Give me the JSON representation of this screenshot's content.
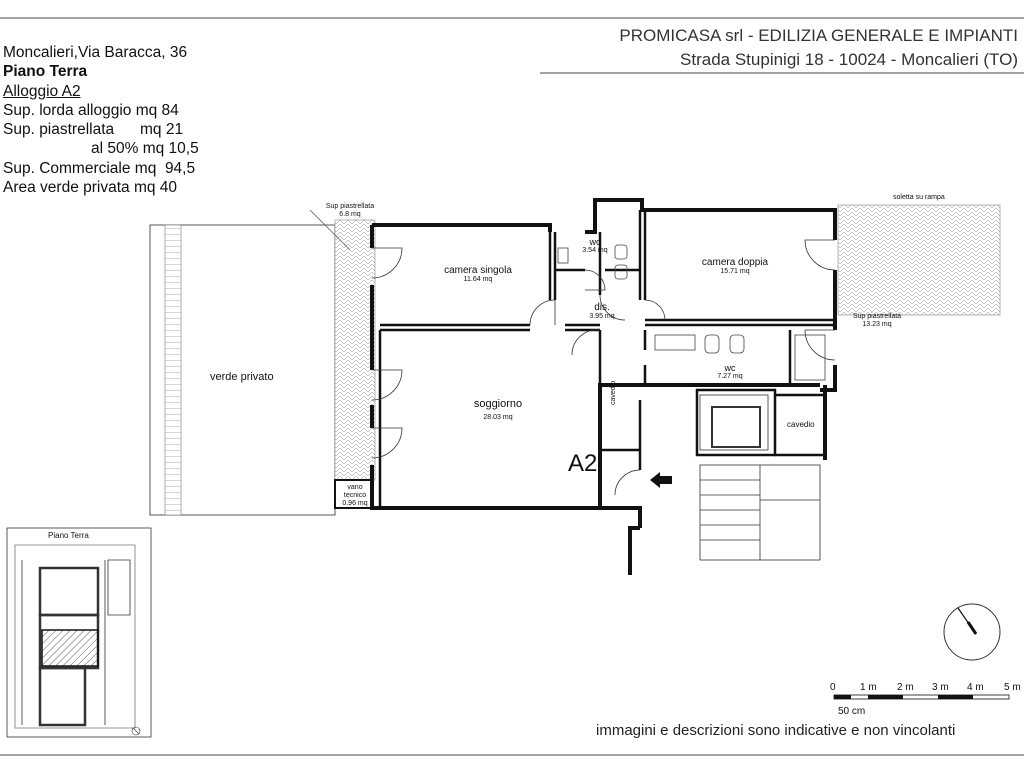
{
  "info": {
    "address": "Moncalieri,Via Baracca, 36",
    "floor": "Piano Terra",
    "unit": "Alloggio A2",
    "gross_area": "Sup. lorda alloggio mq 84",
    "tiled_area": "Sup. piastrellata      mq 21",
    "tiled_50": "al 50% mq 10,5",
    "commercial_area": "Sup. Commerciale mq  94,5",
    "green_area": "Area verde privata mq 40"
  },
  "company": {
    "name": "PROMICASA srl - EDILIZIA GENERALE E IMPIANTI",
    "address": "Strada Stupinigi 18 - 10024 - Moncalieri (TO)"
  },
  "rooms": {
    "camera_singola": {
      "name": "camera singola",
      "area": "11.64 mq"
    },
    "camera_doppia": {
      "name": "camera doppia",
      "area": "15.71 mq"
    },
    "wc1": {
      "name": "wc",
      "area": "3.54 mq"
    },
    "dis": {
      "name": "dis.",
      "area": "3.95 mq"
    },
    "wc2": {
      "name": "wc",
      "area": "7.27 mq"
    },
    "soggiorno": {
      "name": "soggiorno",
      "area": "28.03 mq"
    },
    "verde": {
      "name": "verde privato"
    },
    "vano_tecnico": {
      "name1": "vano",
      "name2": "tecnico",
      "area": "0.96 mq"
    },
    "cavedio_left": {
      "name": "cavedio"
    },
    "cavedio_right": {
      "name": "cavedio"
    },
    "sup_piastrellata_left": {
      "name": "Sup piastrellata",
      "area": "6.8 mq"
    },
    "sup_piastrellata_right": {
      "name": "Sup piastrellata",
      "area": "13.23 mq"
    },
    "soletta": {
      "name": "soletta su rampa"
    }
  },
  "unit_marker": "A2",
  "key_plan": {
    "title": "Piano Terra"
  },
  "scale": {
    "labels": [
      "0",
      "1 m",
      "2 m",
      "3 m",
      "4 m",
      "5 m"
    ],
    "sub_label": "50 cm"
  },
  "disclaimer": "immagini e descrizioni sono indicative e non vincolanti"
}
